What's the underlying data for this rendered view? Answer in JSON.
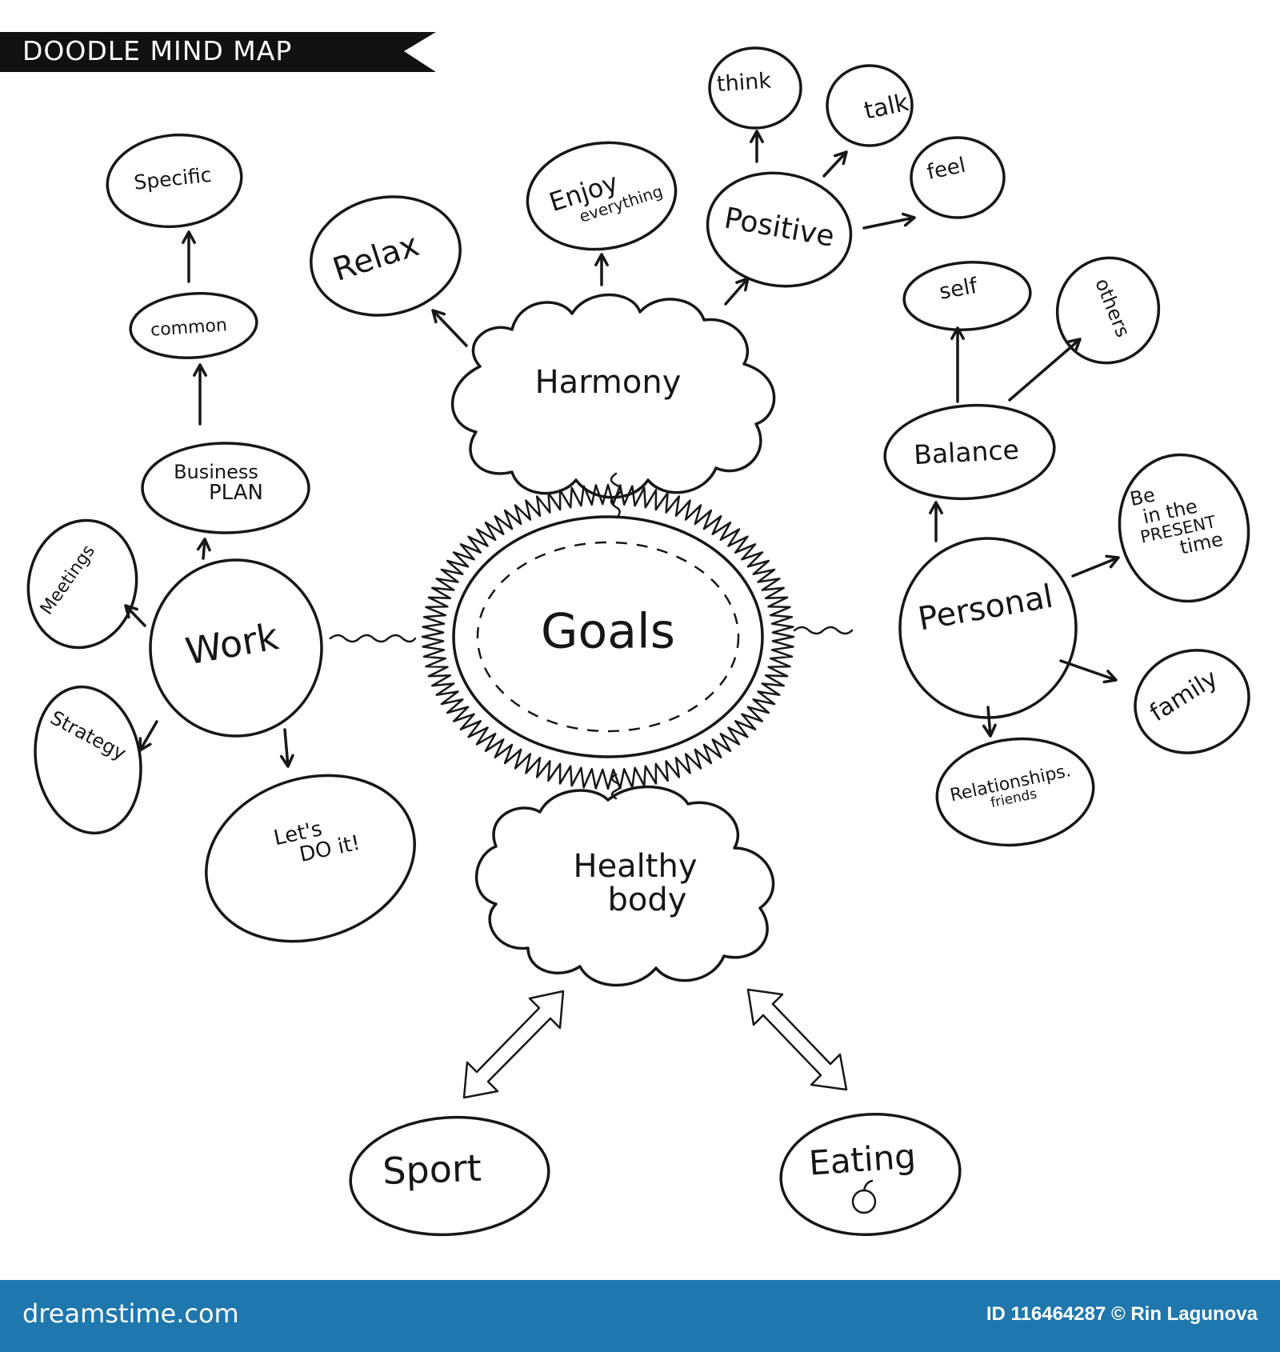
{
  "title": "DOODLE MIND MAP",
  "nodes": {
    "goals": "Goals",
    "harmony": "Harmony",
    "healthy_body": [
      "Healthy",
      "body"
    ],
    "work": "Work",
    "personal": "Personal",
    "relax": "Relax",
    "enjoy": [
      "Enjoy",
      "everything"
    ],
    "positive": "Positive",
    "think": "think",
    "talk": "talk",
    "feel": "feel",
    "specific": "Specific",
    "common": "common",
    "business_plan": [
      "Business",
      "PLAN"
    ],
    "meetings": "Meetings",
    "strategy": "Strategy",
    "lets_do_it": [
      "Let's",
      "DO it!"
    ],
    "balance": "Balance",
    "self": "self",
    "others": "others",
    "present": [
      "Be",
      "in the",
      "PRESENT",
      "time"
    ],
    "family": "family",
    "relationships": [
      "Relationships.",
      "friends"
    ],
    "sport": "Sport",
    "eating": "Eating"
  },
  "footer": {
    "logo": "dreamstime.com",
    "credit": "ID 116464287 © Rin Lagunova"
  },
  "colors": {
    "ink": "#171717",
    "footer_bg": "#1e77ad",
    "title_bg": "#111111"
  }
}
